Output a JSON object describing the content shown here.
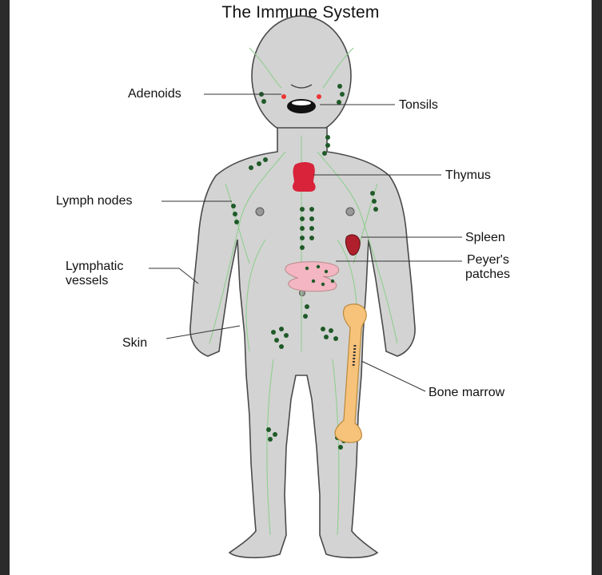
{
  "title": "The Immune System",
  "labels": {
    "adenoids": "Adenoids",
    "tonsils": "Tonsils",
    "thymus": "Thymus",
    "lymph_nodes": "Lymph nodes",
    "spleen": "Spleen",
    "lymphatic_vessels_line1": "Lymphatic",
    "lymphatic_vessels_line2": "vessels",
    "peyers_patches_line1": "Peyer's",
    "peyers_patches_line2": "patches",
    "skin": "Skin",
    "bone_marrow": "Bone marrow"
  },
  "colors": {
    "body": "#d3d3d3",
    "outline": "#4a4a4a",
    "lymph_node": "#1f5a28",
    "vessel": "#8fcf8f",
    "thymus": "#d8233a",
    "spleen": "#b0202c",
    "intestine": "#f4b6c2",
    "bone": "#f7c27a"
  }
}
